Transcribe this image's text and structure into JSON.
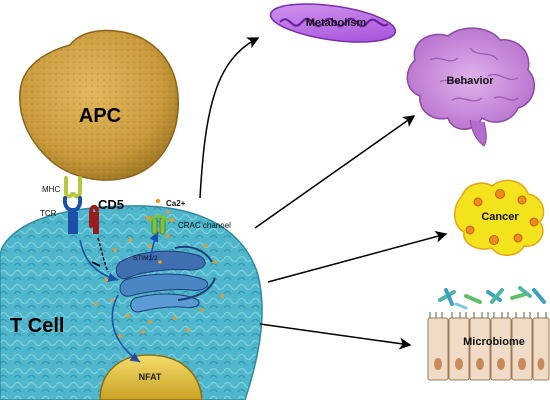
{
  "labels": {
    "apc": "APC",
    "mhc": "MHC",
    "tcr": "TCR",
    "cd5": "CD5",
    "ca": "Ca2+",
    "crac": "CRAC channel",
    "stim": "STIM1/2",
    "tcell": "T Cell",
    "nfat": "NFAT"
  },
  "outcomes": [
    {
      "key": "metabolism",
      "label": "Metabolism"
    },
    {
      "key": "behavior",
      "label": "Behavior"
    },
    {
      "key": "cancer",
      "label": "Cancer"
    },
    {
      "key": "microbiome",
      "label": "Microbiome"
    }
  ],
  "colors": {
    "apc": "#c89a3c",
    "tcell": "#49b3c9",
    "nfat": "#e7c43c",
    "mito": "#a24ad8",
    "brain": "#c783d8",
    "cancer": "#f3e31c",
    "microbiome": "#f0dcc6",
    "tcr": "#1d4fa8",
    "cd5": "#9b1b1b",
    "crac": "#7fc04a",
    "arrow": "#000000"
  }
}
